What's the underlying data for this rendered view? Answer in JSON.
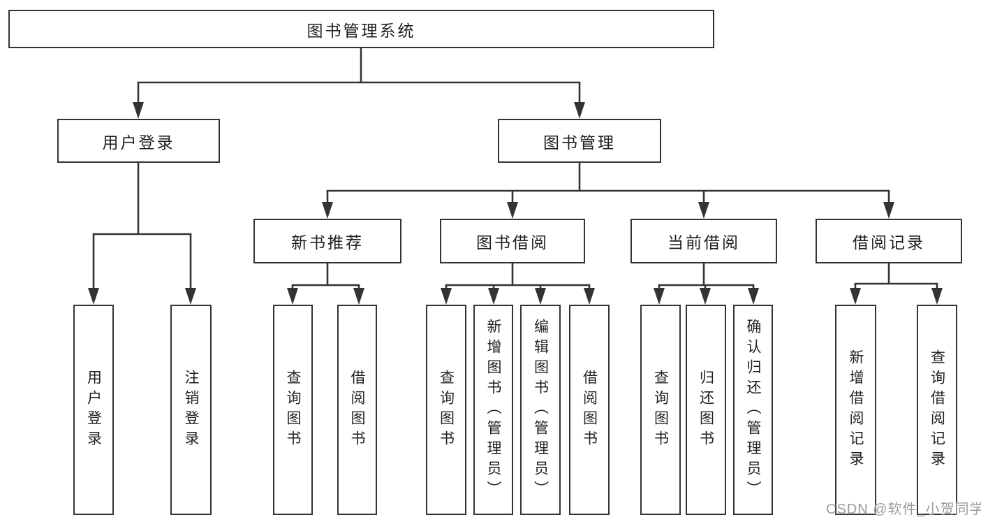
{
  "title": "图书管理系统",
  "watermark": "CSDN @软件_小贺同学",
  "colors": {
    "line": "#333333",
    "box_border": "#333333",
    "text": "#1f1f1f",
    "background": "#ffffff",
    "watermark": "#9b9b9b"
  },
  "nodes": [
    {
      "id": "root",
      "label": "图书管理系统",
      "parent": null
    },
    {
      "id": "user-login",
      "label": "用户登录",
      "parent": "root"
    },
    {
      "id": "book-management",
      "label": "图书管理",
      "parent": "root"
    },
    {
      "id": "login",
      "label": "用户登录",
      "parent": "user-login"
    },
    {
      "id": "logout",
      "label": "注销登录",
      "parent": "user-login"
    },
    {
      "id": "new-book-recommend",
      "label": "新书推荐",
      "parent": "book-management"
    },
    {
      "id": "book-borrowing",
      "label": "图书借阅",
      "parent": "book-management"
    },
    {
      "id": "current-borrowing",
      "label": "当前借阅",
      "parent": "book-management"
    },
    {
      "id": "borrowing-records",
      "label": "借阅记录",
      "parent": "book-management"
    },
    {
      "id": "nb-query-book",
      "label": "查询图书",
      "parent": "new-book-recommend"
    },
    {
      "id": "nb-borrow-book",
      "label": "借阅图书",
      "parent": "new-book-recommend"
    },
    {
      "id": "bb-query-book",
      "label": "查询图书",
      "parent": "book-borrowing"
    },
    {
      "id": "bb-add-book-admin",
      "label": "新增图书（管理员）",
      "parent": "book-borrowing"
    },
    {
      "id": "bb-edit-book-admin",
      "label": "编辑图书（管理员）",
      "parent": "book-borrowing"
    },
    {
      "id": "bb-borrow-book",
      "label": "借阅图书",
      "parent": "book-borrowing"
    },
    {
      "id": "cb-query-book",
      "label": "查询图书",
      "parent": "current-borrowing"
    },
    {
      "id": "cb-return-book",
      "label": "归还图书",
      "parent": "current-borrowing"
    },
    {
      "id": "cb-confirm-return-admin",
      "label": "确认归还（管理员）",
      "parent": "current-borrowing"
    },
    {
      "id": "br-add-record",
      "label": "新增借阅记录",
      "parent": "borrowing-records"
    },
    {
      "id": "br-query-record",
      "label": "查询借阅记录",
      "parent": "borrowing-records"
    }
  ]
}
